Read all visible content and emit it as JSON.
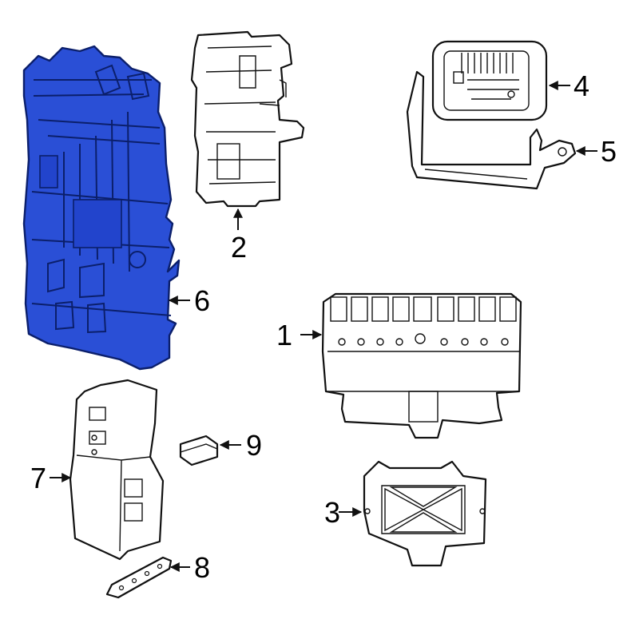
{
  "colors": {
    "highlight": "#2a4fd6",
    "outline": "#111111",
    "background": "#ffffff"
  },
  "callouts": [
    {
      "id": "c1",
      "label": "1"
    },
    {
      "id": "c2",
      "label": "2"
    },
    {
      "id": "c3",
      "label": "3"
    },
    {
      "id": "c4",
      "label": "4"
    },
    {
      "id": "c5",
      "label": "5"
    },
    {
      "id": "c6",
      "label": "6"
    },
    {
      "id": "c7",
      "label": "7"
    },
    {
      "id": "c8",
      "label": "8"
    },
    {
      "id": "c9",
      "label": "9"
    }
  ]
}
